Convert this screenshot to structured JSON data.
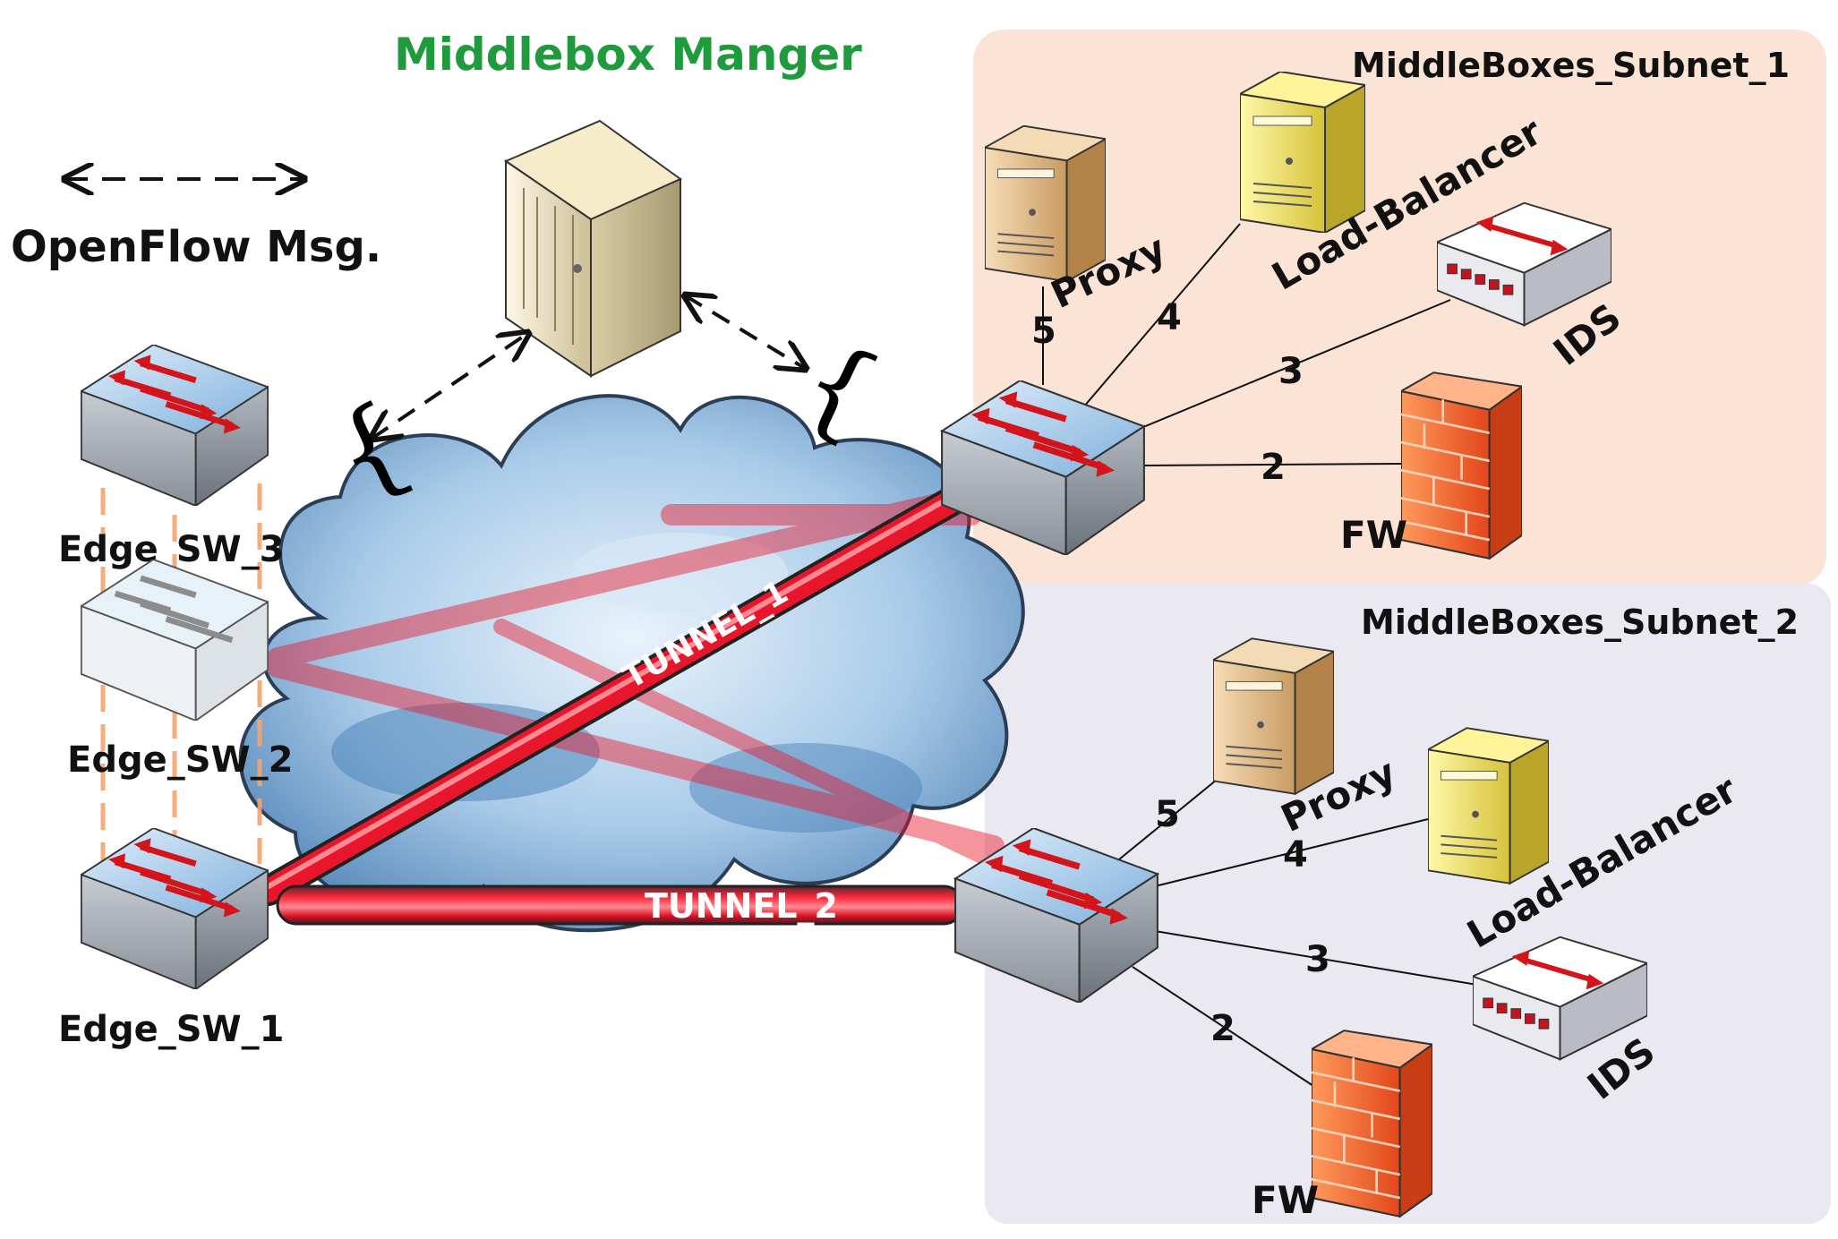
{
  "title": "Middlebox Manger",
  "legend": {
    "label": "OpenFlow Msg."
  },
  "subnet1": {
    "title": "MiddleBoxes_Subnet_1",
    "proxy": "Proxy",
    "load_balancer": "Load-Balancer",
    "ids": "IDS",
    "fw": "FW",
    "link_proxy": "5",
    "link_lb": "4",
    "link_ids": "3",
    "link_fw": "2"
  },
  "subnet2": {
    "title": "MiddleBoxes_Subnet_2",
    "proxy": "Proxy",
    "load_balancer": "Load-Balancer",
    "ids": "IDS",
    "fw": "FW",
    "link_proxy": "5",
    "link_lb": "4",
    "link_ids": "3",
    "link_fw": "2"
  },
  "edge_switches": {
    "sw3": "Edge_SW_3",
    "sw2": "Edge_SW_2",
    "sw1": "Edge_SW_1"
  },
  "tunnels": {
    "t1": "TUNNEL_1",
    "t2": "TUNNEL_2"
  },
  "colors": {
    "title_green": "#1f9a3c",
    "subnet1_bg": "#fbe4d6",
    "subnet2_bg": "#eae8f1",
    "tunnel_red": "#e8162a",
    "cloud": "#6fa0cf"
  }
}
